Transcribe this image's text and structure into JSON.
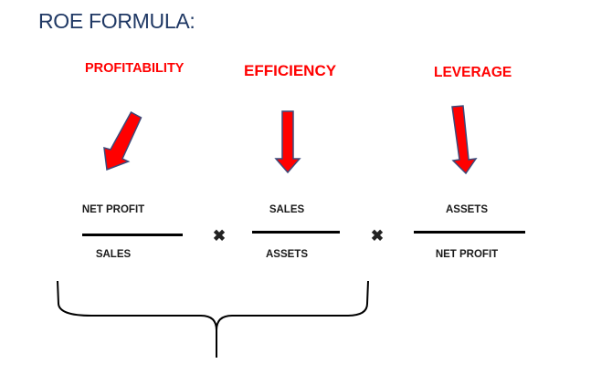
{
  "title": "ROE FORMULA:",
  "factors": [
    {
      "label": "PROFITABILITY",
      "numerator": "NET PROFIT",
      "denominator": "SALES"
    },
    {
      "label": "EFFICIENCY",
      "numerator": "SALES",
      "denominator": "ASSETS"
    },
    {
      "label": "LEVERAGE",
      "numerator": "ASSETS",
      "denominator": "NET PROFIT"
    }
  ],
  "operators": [
    "✖",
    "✖"
  ],
  "colors": {
    "title": "#1f3864",
    "factor_label": "#ff0000",
    "arrow_fill": "#ff0000",
    "arrow_outline": "#3b4a7a",
    "line": "#000000"
  }
}
